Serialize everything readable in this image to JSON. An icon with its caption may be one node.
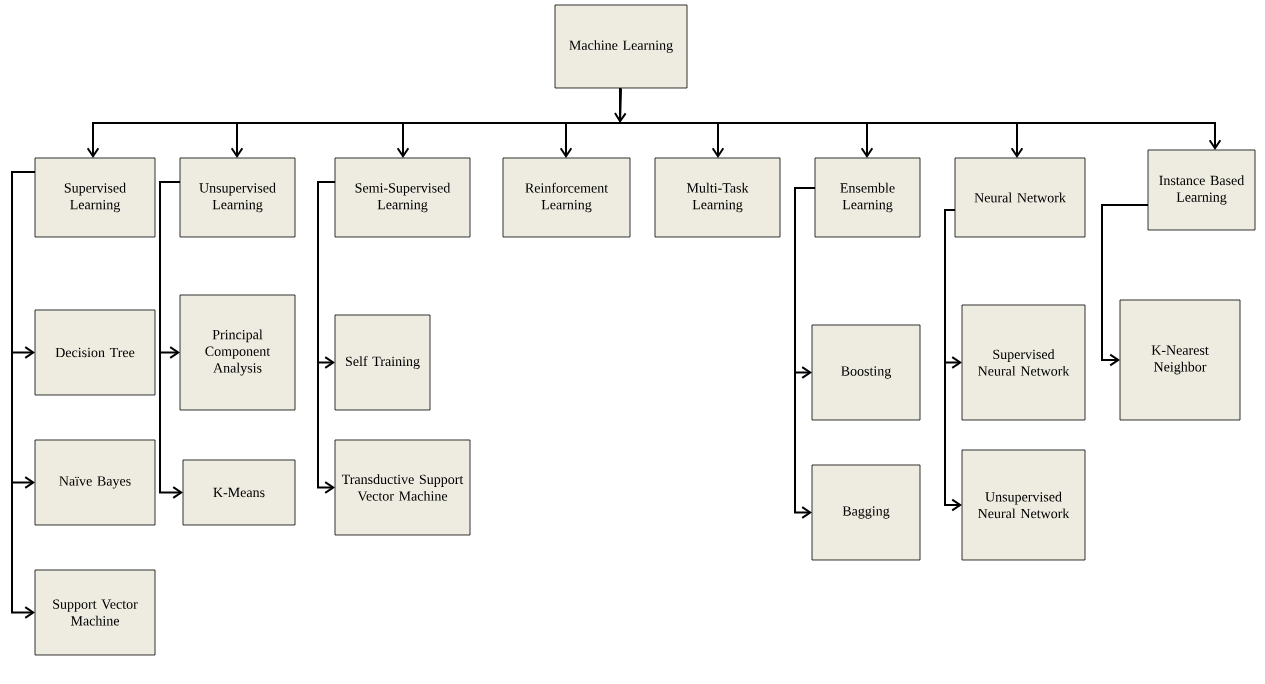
{
  "diagram": {
    "nodes": [
      {
        "text": [
          "Machine Learning"
        ]
      },
      {
        "text": [
          "Supervised Learning"
        ]
      },
      {
        "text": [
          "Unsupervised Learning"
        ]
      },
      {
        "text": [
          "Semi-Supervised Learning"
        ]
      },
      {
        "text": [
          "Reinforcement Learning"
        ]
      },
      {
        "text": [
          "Multi-Task Learning"
        ]
      },
      {
        "text": [
          "Ensemble Learning"
        ]
      },
      {
        "text": [
          "Neural Network"
        ]
      },
      {
        "text": [
          "Instance Based Learning"
        ]
      },
      {
        "text": [
          "Decision Tree"
        ]
      },
      {
        "text": [
          "Naïve Bayes"
        ]
      },
      {
        "text": [
          "Support Vector Machine"
        ]
      },
      {
        "text": [
          "Principal Component Analysis"
        ]
      },
      {
        "text": [
          "K-Means"
        ]
      },
      {
        "text": [
          "Self Training"
        ]
      },
      {
        "text": [
          "Transductive Support Vector Machine"
        ]
      },
      {
        "text": [
          "Boosting"
        ]
      },
      {
        "text": [
          "Bagging"
        ]
      },
      {
        "text": [
          "Supervised Neural Network"
        ]
      },
      {
        "text": [
          "Unsupervised Neural Network"
        ]
      },
      {
        "text": [
          "K-Nearest Neighbor"
        ]
      }
    ],
    "edges": [
      {
        "from": 0,
        "to": 1,
        "arrow": "to"
      },
      {
        "from": 0,
        "to": 2,
        "arrow": "to"
      },
      {
        "from": 0,
        "to": 3,
        "arrow": "to"
      },
      {
        "from": 0,
        "to": 4,
        "arrow": "to"
      },
      {
        "from": 0,
        "to": 5,
        "arrow": "to"
      },
      {
        "from": 0,
        "to": 6,
        "arrow": "to"
      },
      {
        "from": 0,
        "to": 7,
        "arrow": "to"
      },
      {
        "from": 0,
        "to": 8,
        "arrow": "to"
      },
      {
        "from": 1,
        "to": 9,
        "arrow": "to"
      },
      {
        "from": 1,
        "to": 10,
        "arrow": "to"
      },
      {
        "from": 1,
        "to": 11,
        "arrow": "to"
      },
      {
        "from": 2,
        "to": 12,
        "arrow": "to"
      },
      {
        "from": 2,
        "to": 13,
        "arrow": "to"
      },
      {
        "from": 3,
        "to": 14,
        "arrow": "to"
      },
      {
        "from": 3,
        "to": 15,
        "arrow": "to"
      },
      {
        "from": 6,
        "to": 16,
        "arrow": "to"
      },
      {
        "from": 6,
        "to": 17,
        "arrow": "to"
      },
      {
        "from": 7,
        "to": 18,
        "arrow": "to"
      },
      {
        "from": 7,
        "to": 19,
        "arrow": "to"
      },
      {
        "from": 8,
        "to": 20,
        "arrow": "to"
      }
    ]
  }
}
